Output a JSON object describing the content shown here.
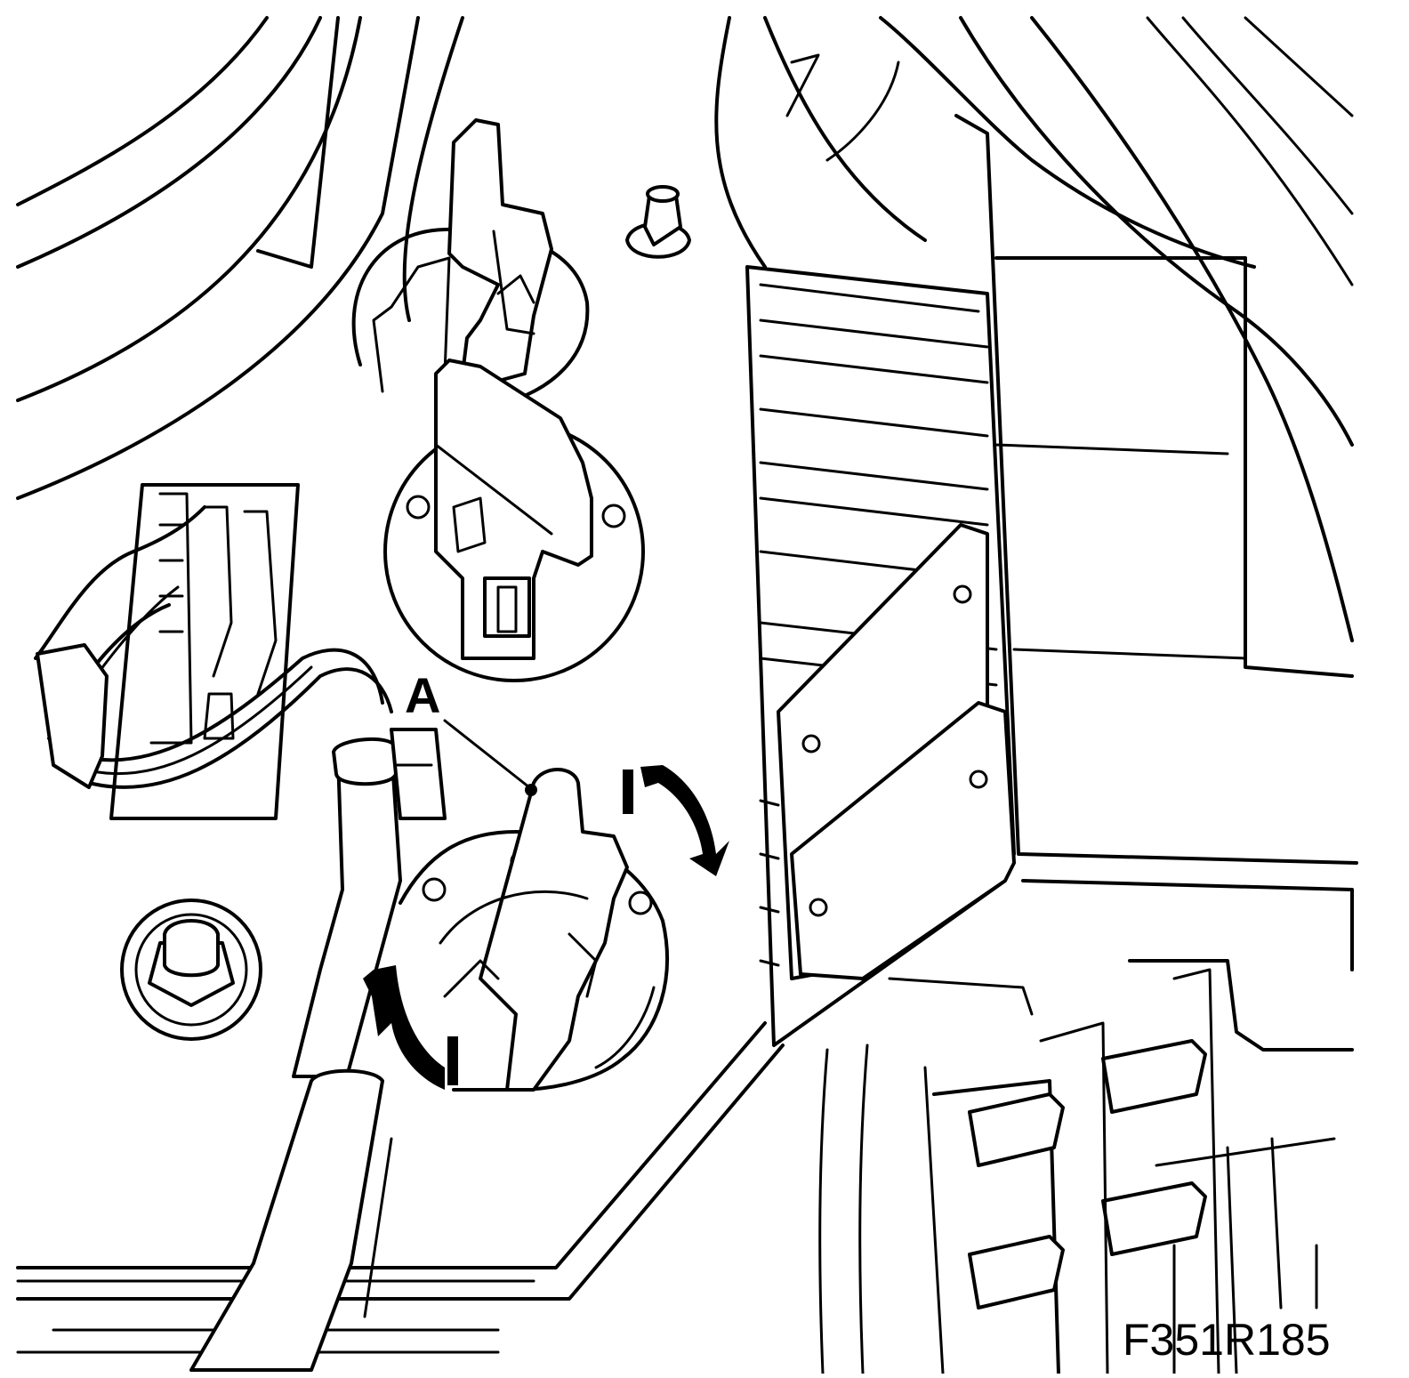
{
  "callout": {
    "label": "A"
  },
  "figure": {
    "id": "F351R185"
  },
  "arrows": {
    "rotation": "turn",
    "color": "#000000"
  },
  "icons": [
    "rotation-arrow-icon",
    "rotation-arrow-icon"
  ]
}
